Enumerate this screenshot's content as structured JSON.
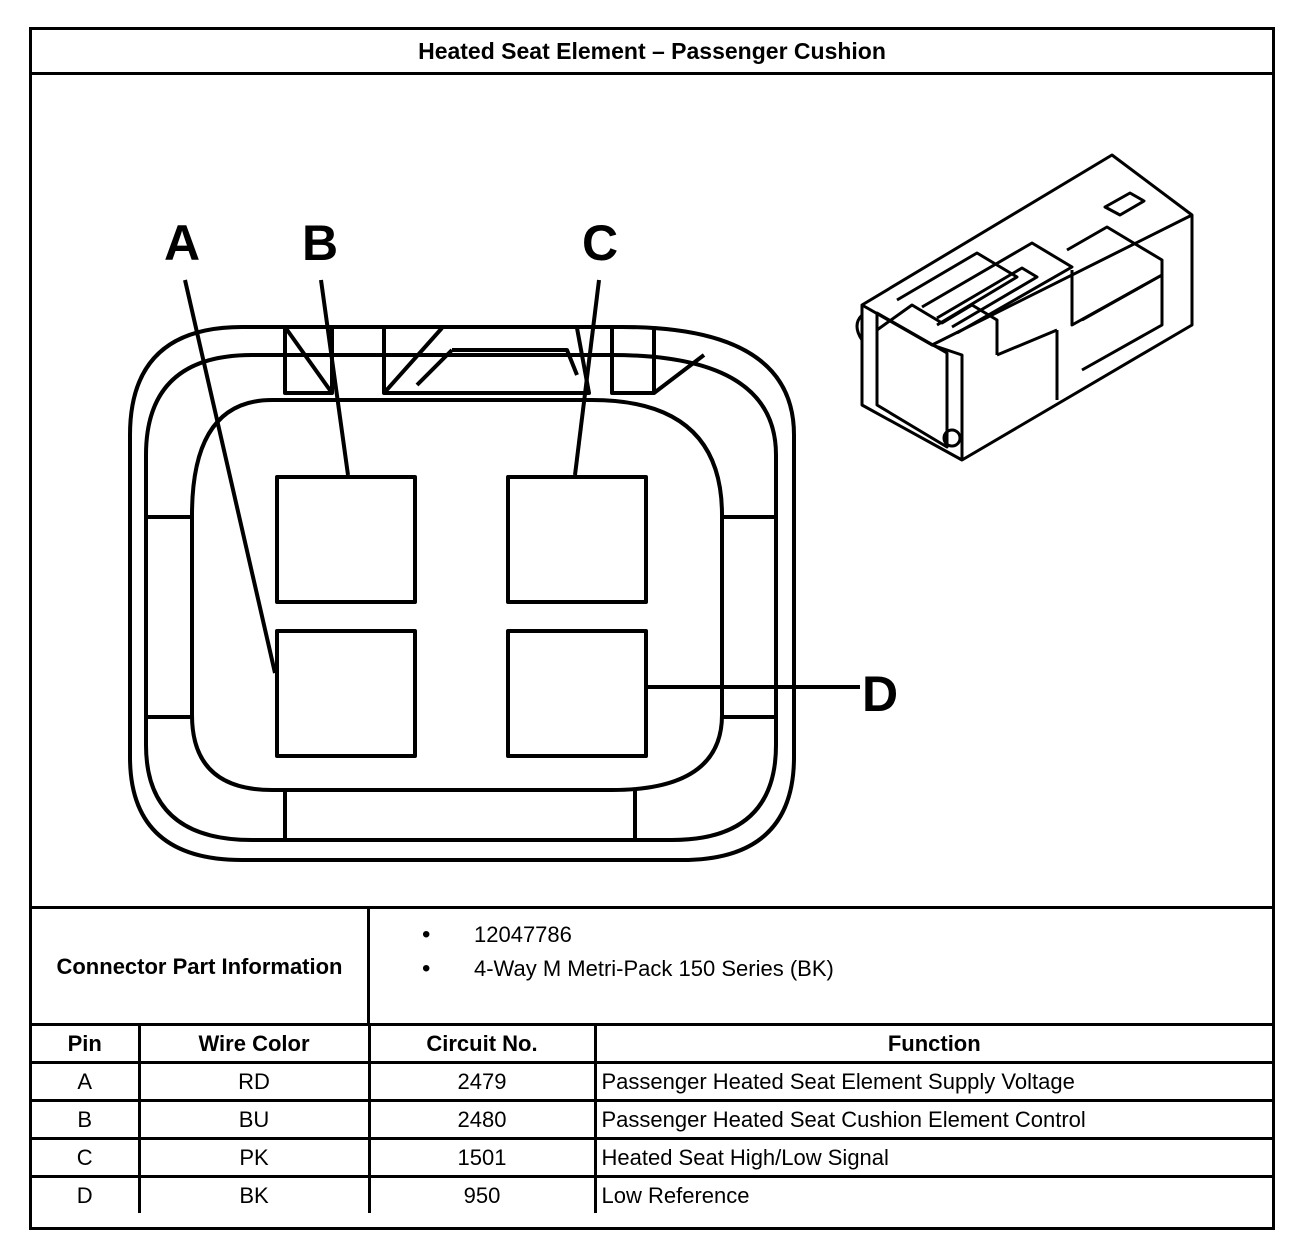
{
  "title": "Heated Seat Element – Passenger Cushion",
  "diagram": {
    "pin_labels": [
      "A",
      "B",
      "C",
      "D"
    ]
  },
  "connector_info": {
    "label": "Connector Part Information",
    "items": [
      "12047786",
      "4-Way M Metri-Pack 150 Series (BK)"
    ]
  },
  "table": {
    "headers": [
      "Pin",
      "Wire Color",
      "Circuit No.",
      "Function"
    ],
    "rows": [
      {
        "pin": "A",
        "wire_color": "RD",
        "circuit": "2479",
        "function": "Passenger Heated Seat Element Supply Voltage"
      },
      {
        "pin": "B",
        "wire_color": "BU",
        "circuit": "2480",
        "function": "Passenger Heated Seat Cushion Element Control"
      },
      {
        "pin": "C",
        "wire_color": "PK",
        "circuit": "1501",
        "function": "Heated Seat High/Low Signal"
      },
      {
        "pin": "D",
        "wire_color": "BK",
        "circuit": "950",
        "function": "Low Reference"
      }
    ]
  }
}
